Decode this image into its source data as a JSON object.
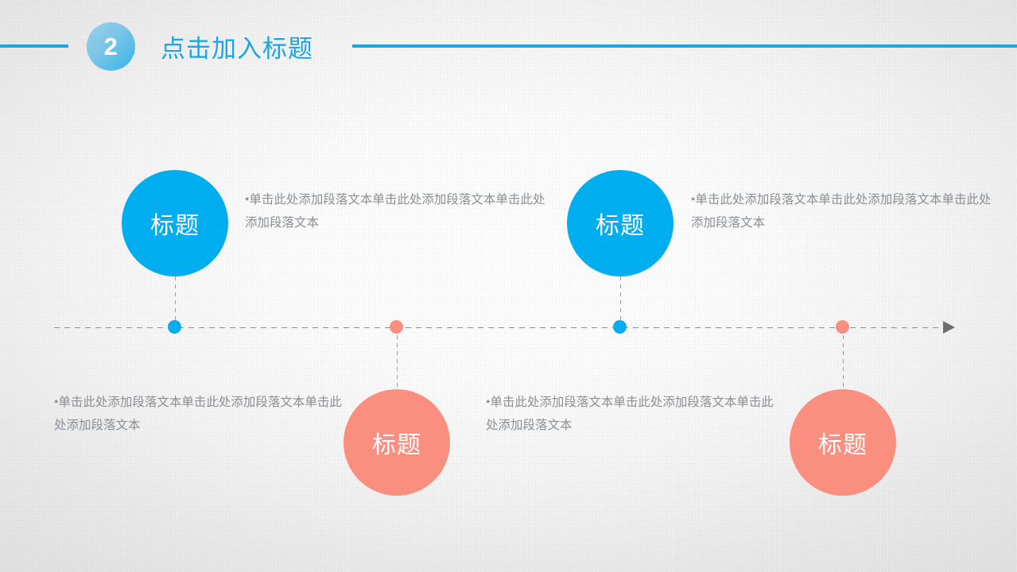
{
  "header": {
    "badge_number": "2",
    "title": "点击加入标题",
    "accent_color": "#21A5DE",
    "title_color": "#1CA5E0"
  },
  "colors": {
    "blue": "#00AEEF",
    "salmon": "#FA8E7F",
    "axis": "#8d8d8d",
    "body_text": "#8a8f96"
  },
  "timeline": {
    "nodes": [
      {
        "id": "node-1",
        "label": "标题",
        "color": "#00AEEF",
        "position": "above",
        "text": "•单击此处添加段落文本单击此处添加段落文本单击此处添加段落文本"
      },
      {
        "id": "node-2",
        "label": "标题",
        "color": "#FA8E7F",
        "position": "below",
        "text": "•单击此处添加段落文本单击此处添加段落文本单击此处添加段落文本"
      },
      {
        "id": "node-3",
        "label": "标题",
        "color": "#00AEEF",
        "position": "above",
        "text": "•单击此处添加段落文本单击此处添加段落文本单击此处添加段落文本"
      },
      {
        "id": "node-4",
        "label": "标题",
        "color": "#FA8E7F",
        "position": "below",
        "text": "•单击此处添加段落文本单击此处添加段落文本单击此处添加段落文本"
      }
    ]
  }
}
